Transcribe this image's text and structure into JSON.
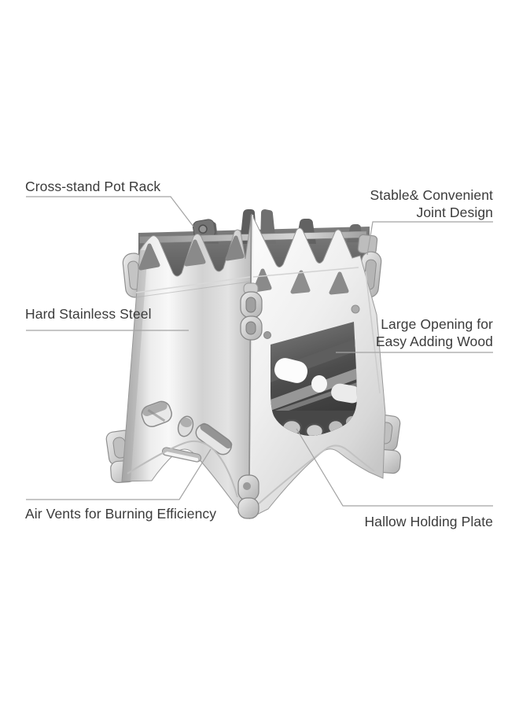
{
  "colors": {
    "background": "#ffffff",
    "label_text": "#3b3b3b",
    "leader_line": "#a3a3a3"
  },
  "annotations": {
    "pot_rack": {
      "text": "Cross-stand Pot Rack"
    },
    "joint": {
      "line1": "Stable& Convenient",
      "line2": "Joint Design"
    },
    "steel": {
      "text": "Hard Stainless Steel"
    },
    "opening": {
      "line1": "Large Opening for",
      "line2": "Easy Adding Wood"
    },
    "air_vents": {
      "text": "Air Vents for Burning Efficiency"
    },
    "holding_plate": {
      "text": "Hallow Holding Plate"
    }
  }
}
